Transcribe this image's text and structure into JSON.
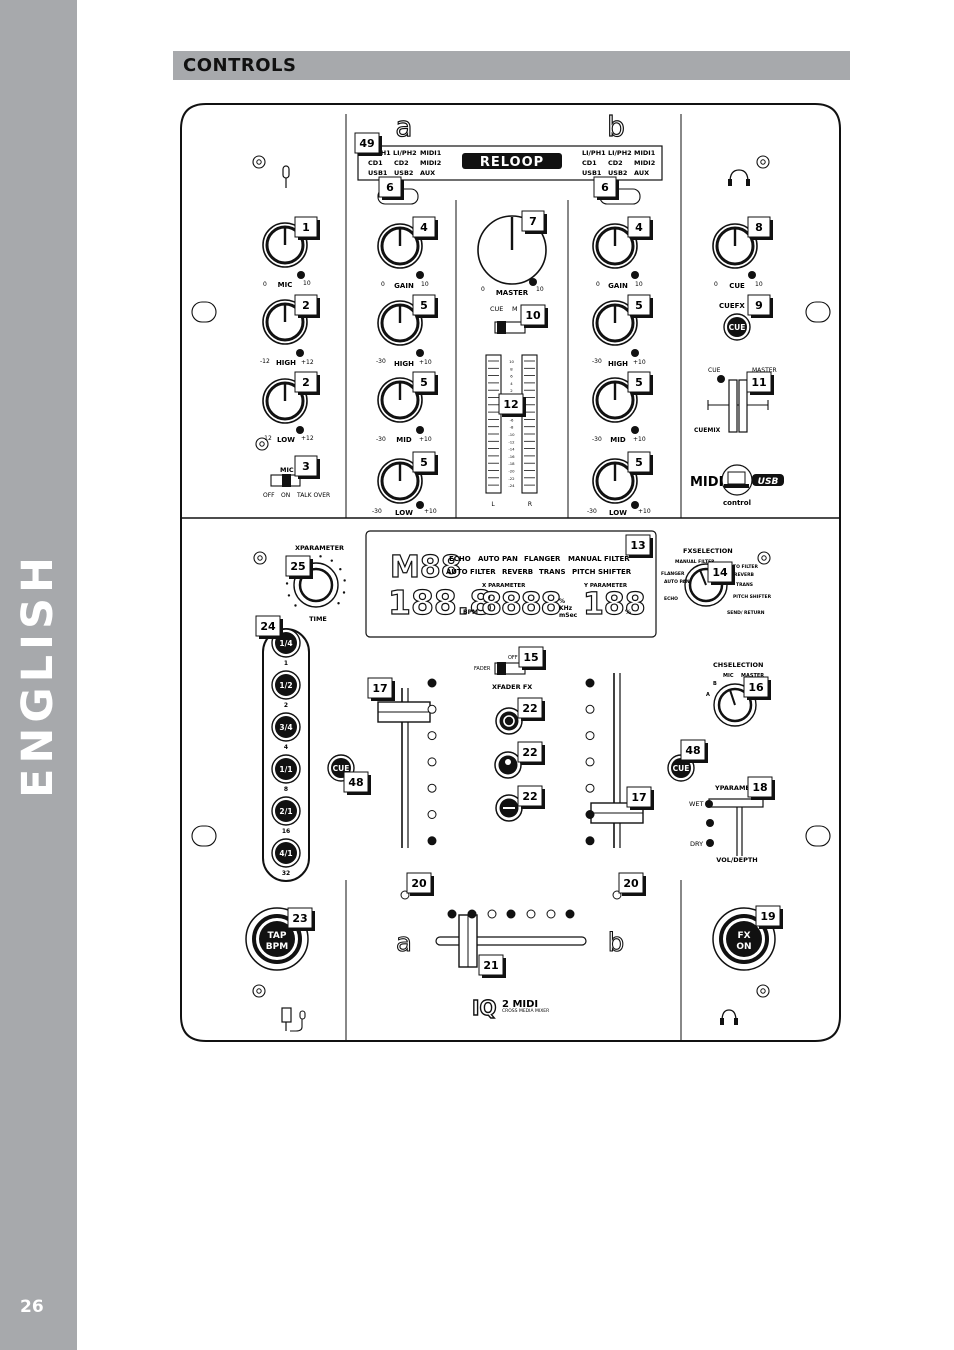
{
  "page": {
    "side_label": "ENGLISH",
    "page_number": "26",
    "section_title": "CONTROLS"
  },
  "panel": {
    "deck_a": "a",
    "deck_b": "b",
    "brand_logo": "RELOOP",
    "source_rows": [
      [
        "LI/PH1",
        "LI/PH2",
        "MIDI1"
      ],
      [
        "CD1",
        "CD2",
        "MIDI2"
      ],
      [
        "USB1",
        "USB2",
        "AUX"
      ]
    ],
    "mic_label": "MIC",
    "gain_label": "GAIN",
    "high_label": "HIGH",
    "mid_label": "MID",
    "low_label": "LOW",
    "cue_label": "CUE",
    "master_label": "MASTER",
    "cuefx_label": "CUEFX",
    "cue_button": "CUE",
    "cuemix_label": "CUEMIX",
    "cuemix_cue": "CUE",
    "cuemix_master": "MASTER",
    "mic_switch": [
      "OFF",
      "ON",
      "TALK OVER"
    ],
    "master_switch_cue": "CUE",
    "master_switch_m": "M",
    "vu_scale": [
      "10",
      "8",
      "6",
      "4",
      "2",
      "0",
      "-2",
      "-4",
      "-6",
      "-8",
      "-10",
      "-12",
      "-14",
      "-16",
      "-18",
      "-20",
      "-22",
      "-24"
    ],
    "vu_l": "L",
    "vu_r": "R",
    "midi_logo": "MIDI",
    "usb_logo": "USB",
    "control_label": "control",
    "scale_mic": [
      "0",
      "10"
    ],
    "scale_gain": [
      "0",
      "10"
    ],
    "scale_master": [
      "0",
      "10"
    ],
    "scale_cue": [
      "0",
      "10"
    ],
    "scale_high_mic": [
      "-12",
      "+12"
    ],
    "scale_low_mic": [
      "-12",
      "+12"
    ],
    "scale_eq": [
      "-30",
      "+10"
    ]
  },
  "fx": {
    "lcd_main": "M88",
    "lcd_fx_row1": [
      "ECHO",
      "AUTO PAN",
      "FLANGER",
      "MANUAL FILTER"
    ],
    "lcd_fx_row2": [
      "AUTO FILTER",
      "REVERB",
      "TRANS",
      "PITCH SHIFTER"
    ],
    "lcd_bpm": "188.8",
    "lcd_bpm_unit": "BPM",
    "lcd_xparam": "8888",
    "lcd_xparam_label": "X PARAMETER",
    "lcd_units": [
      "%",
      "KHz",
      "mSec"
    ],
    "lcd_y": "188",
    "lcd_y_label": "Y PARAMETER",
    "lcd_y_unit": "%",
    "xparameter": "XPARAMETER",
    "time_label": "TIME",
    "beat_buttons": [
      "1/4",
      "1/2",
      "3/4",
      "1/1",
      "2/1",
      "4/1"
    ],
    "beat_values": [
      "1",
      "2",
      "4",
      "8",
      "16",
      "32"
    ],
    "fxselection": "FXSELECTION",
    "fx_options": [
      "MANUAL FILTER",
      "FLANGER",
      "AUTO PAN",
      "ECHO",
      "AUTO FILTER",
      "REVERB",
      "TRANS",
      "PITCH SHIFTER",
      "SEND/ RETURN"
    ],
    "chselection": "CHSELECTION",
    "ch_options": [
      "A",
      "B",
      "MIC",
      "MASTER"
    ],
    "fader_fx_off": "OFF",
    "fader_fx_fader": "FADER",
    "xfader_fx": "XFADER FX",
    "yparameter": "YPARAMETER",
    "wet": "WET",
    "dry": "DRY",
    "vol_depth": "VOL/DEPTH",
    "cue_left": "CUE",
    "cue_right": "CUE",
    "tap": "TAP",
    "bpm": "BPM",
    "fx_on_1": "FX",
    "fx_on_2": "ON",
    "product_logo": "IQ",
    "product_sub": "2 MIDI",
    "product_tag": "CROSS MEDIA MIXER"
  },
  "callouts": [
    {
      "n": "49"
    },
    {
      "n": "6"
    },
    {
      "n": "6"
    },
    {
      "n": "1"
    },
    {
      "n": "4"
    },
    {
      "n": "7"
    },
    {
      "n": "4"
    },
    {
      "n": "8"
    },
    {
      "n": "2"
    },
    {
      "n": "5"
    },
    {
      "n": "10"
    },
    {
      "n": "5"
    },
    {
      "n": "9"
    },
    {
      "n": "2"
    },
    {
      "n": "5"
    },
    {
      "n": "12"
    },
    {
      "n": "5"
    },
    {
      "n": "11"
    },
    {
      "n": "3"
    },
    {
      "n": "5"
    },
    {
      "n": "5"
    },
    {
      "n": "13"
    },
    {
      "n": "25"
    },
    {
      "n": "14"
    },
    {
      "n": "24"
    },
    {
      "n": "15"
    },
    {
      "n": "17"
    },
    {
      "n": "22"
    },
    {
      "n": "16"
    },
    {
      "n": "22"
    },
    {
      "n": "48"
    },
    {
      "n": "48"
    },
    {
      "n": "18"
    },
    {
      "n": "22"
    },
    {
      "n": "17"
    },
    {
      "n": "20"
    },
    {
      "n": "20"
    },
    {
      "n": "23"
    },
    {
      "n": "19"
    },
    {
      "n": "21"
    }
  ]
}
